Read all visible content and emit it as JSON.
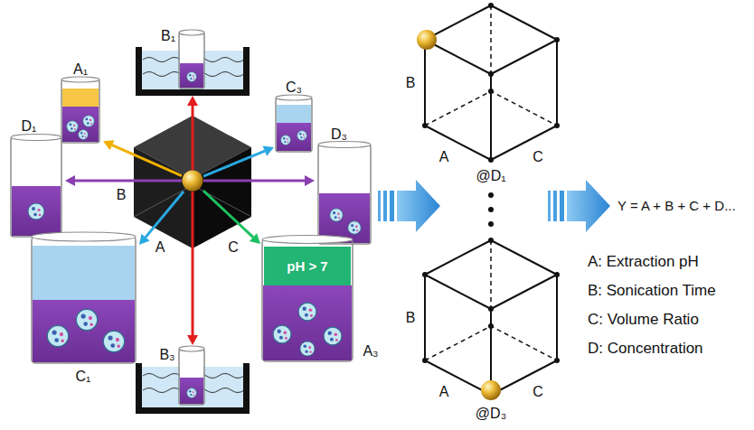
{
  "diagram": {
    "nodes": [
      {
        "text": [
          "B",
          "A",
          "C"
        ]
      },
      {
        "text": [
          "B₁"
        ]
      },
      {
        "text": [
          "A₁"
        ]
      },
      {
        "text": [
          "C₃"
        ]
      },
      {
        "text": [
          "D₁"
        ]
      },
      {
        "text": [
          "D₃"
        ]
      },
      {
        "text": [
          "C₁"
        ]
      },
      {
        "text": [
          "A₃"
        ]
      },
      {
        "text": [
          "pH > 7"
        ],
        "in": 7
      },
      {
        "text": [
          "B₃"
        ]
      },
      {
        "text": [
          "B",
          "A",
          "C",
          "@D₁"
        ]
      },
      {
        "text": [
          "B",
          "A",
          "C",
          "@D₃"
        ]
      }
    ],
    "edges": [
      {
        "from": 0,
        "to": 1,
        "arrow": "to"
      },
      {
        "from": 0,
        "to": 2,
        "arrow": "to"
      },
      {
        "from": 0,
        "to": 3,
        "arrow": "to"
      },
      {
        "from": 0,
        "to": 4,
        "arrow": "to"
      },
      {
        "from": 0,
        "to": 5,
        "arrow": "to"
      },
      {
        "from": 0,
        "to": 6,
        "arrow": "to"
      },
      {
        "from": 0,
        "to": 7,
        "arrow": "to"
      },
      {
        "from": 0,
        "to": 9,
        "arrow": "to"
      }
    ],
    "labels": [
      "Y = A + B + C + D...",
      "A: Extraction pH",
      "B: Sonication Time",
      "C: Volume Ratio",
      "D: Concentration"
    ]
  }
}
